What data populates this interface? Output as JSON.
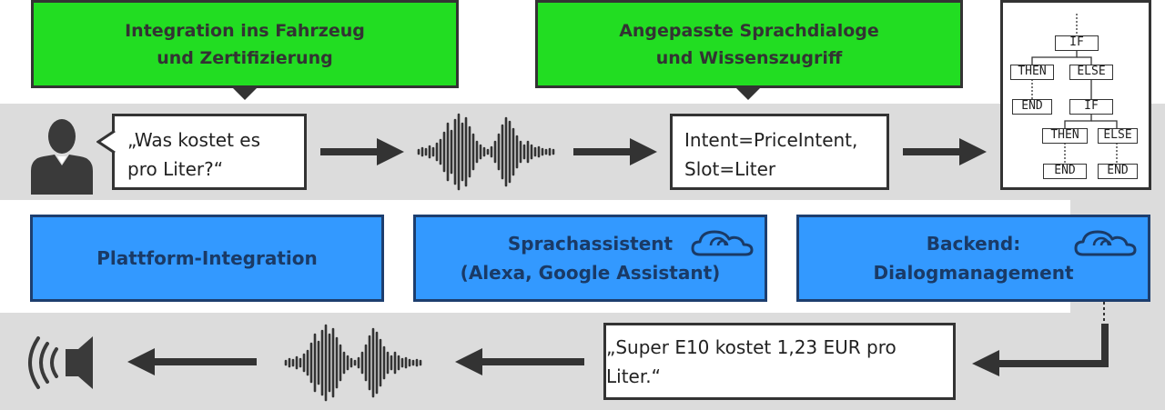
{
  "top_boxes": {
    "integration": "Integration ins Fahrzeug\nund Zertifizierung",
    "dialogs": "Angepasste Sprachdialoge\nund Wissenszugriff"
  },
  "user_speech": "„Was kostet es\npro Liter?“",
  "intent_box": "Intent=PriceIntent,\nSlot=Liter",
  "flow": {
    "if1": "IF",
    "then1": "THEN",
    "else1": "ELSE",
    "end1": "END",
    "if2": "IF",
    "then2": "THEN",
    "else2": "ELSE",
    "end2": "END",
    "end3": "END"
  },
  "components": {
    "platform": "Plattform-Integration",
    "assistant": "Sprachassistent\n(Alexa, Google Assistant)",
    "backend": "Backend:\nDialogmanagement"
  },
  "response": "„Super E10 kostet 1,23 EUR pro Liter.“",
  "icons": {
    "user": "person-icon",
    "speaker": "speaker-icon",
    "cloud": "cloud-icon",
    "waveform": "waveform-icon",
    "arrow": "arrow-icon"
  },
  "colors": {
    "green": "#22dd22",
    "blue": "#3399ff",
    "blue_text": "#1a3a66",
    "band": "#dcdcdc",
    "dark": "#333333"
  }
}
